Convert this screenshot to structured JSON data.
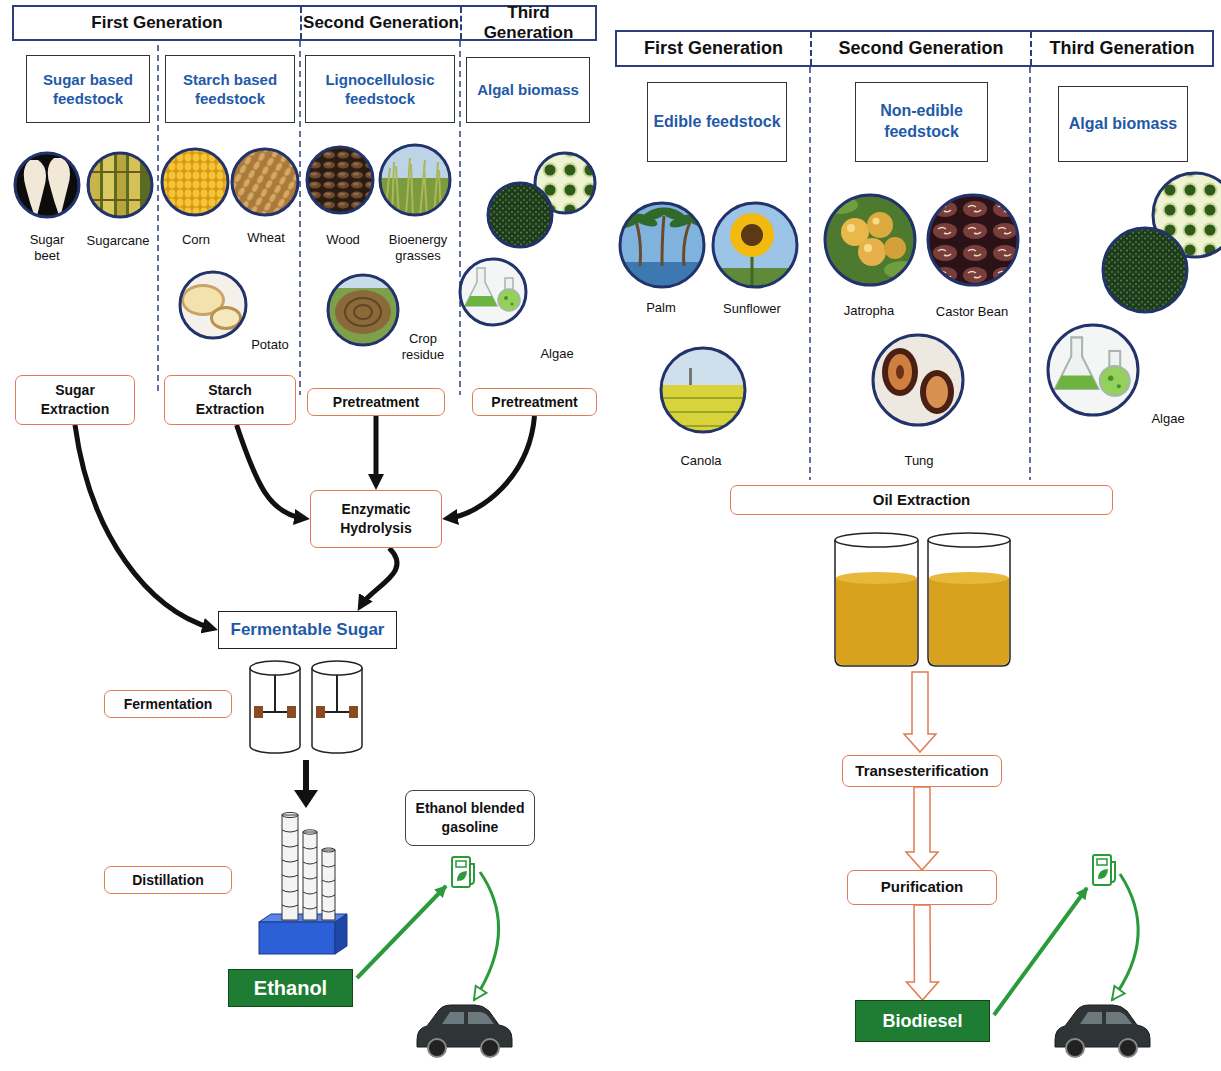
{
  "diagram": {
    "nodes": [
      {
        "text": [
          "First Generation",
          "Second Generation",
          "Third Generation"
        ]
      },
      {
        "text": [
          "Sugar based feedstock"
        ]
      },
      {
        "text": [
          "Starch based feedstock"
        ]
      },
      {
        "text": [
          "Lignocellulosic feedstock"
        ]
      },
      {
        "text": [
          "Algal biomass"
        ]
      },
      {
        "text": [
          "Sugar Extraction"
        ]
      },
      {
        "text": [
          "Starch Extraction"
        ]
      },
      {
        "text": [
          "Pretreatment"
        ]
      },
      {
        "text": [
          "Pretreatment"
        ]
      },
      {
        "text": [
          "Enzymatic Hydrolysis"
        ]
      },
      {
        "text": [
          "Fermentable Sugar"
        ]
      },
      {
        "text": [
          "Fermentation"
        ]
      },
      {
        "text": [
          "Distillation"
        ]
      },
      {
        "text": [
          "Ethanol"
        ]
      },
      {
        "text": [
          "Ethanol blended gasoline"
        ]
      },
      {
        "text": [
          "First Generation",
          "Second Generation",
          "Third Generation"
        ]
      },
      {
        "text": [
          "Edible feedstock"
        ]
      },
      {
        "text": [
          "Non-edible feedstock"
        ]
      },
      {
        "text": [
          "Algal biomass"
        ]
      },
      {
        "text": [
          "Oil Extraction"
        ]
      },
      {
        "text": [
          "Transesterification"
        ]
      },
      {
        "text": [
          "Purification"
        ]
      },
      {
        "text": [
          "Biodiesel"
        ]
      }
    ],
    "edges": [
      {
        "from": 5,
        "to": 10,
        "arrow": "to"
      },
      {
        "from": 6,
        "to": 9,
        "arrow": "to"
      },
      {
        "from": 7,
        "to": 9,
        "arrow": "to"
      },
      {
        "from": 8,
        "to": 9,
        "arrow": "to"
      },
      {
        "from": 9,
        "to": 10,
        "arrow": "to"
      },
      {
        "from": 20,
        "to": 21,
        "arrow": "to"
      },
      {
        "from": 21,
        "to": 22,
        "arrow": "to"
      }
    ],
    "labels": [
      "Sugar beet",
      "Sugarcane",
      "Corn",
      "Wheat",
      "Wood",
      "Bioenergy grasses",
      "Potato",
      "Crop residue",
      "Algae",
      "Palm",
      "Sunflower",
      "Jatropha",
      "Castor Bean",
      "Canola",
      "Tung",
      "Algae"
    ]
  }
}
